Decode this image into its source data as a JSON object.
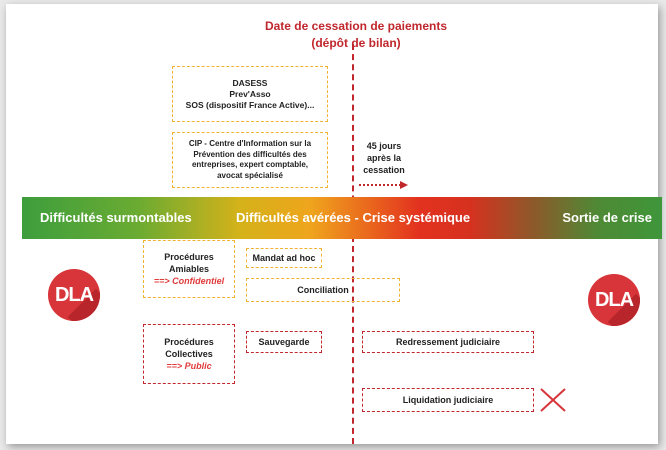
{
  "title": {
    "line1": "Date de cessation de paiements",
    "line2": "(dépôt de bilan)"
  },
  "top_boxes": {
    "support": [
      "DASESS",
      "Prev'Asso",
      "SOS (dispositif France Active)..."
    ],
    "cip": [
      "CIP - Centre d'Information sur la",
      "Prévention des difficultés des",
      "entreprises, expert comptable,",
      "avocat spécialisé"
    ]
  },
  "delay_note": [
    "45 jours",
    "après la",
    "cessation"
  ],
  "band": {
    "phase1": "Difficultés surmontables",
    "phase2": "Difficultés avérées - Crise systémique",
    "phase3": "Sortie de crise"
  },
  "procedures": {
    "amiables": {
      "line1": "Procédures",
      "line2": "Amiables",
      "tag": "==> Confidentiel"
    },
    "collectives": {
      "line1": "Procédures",
      "line2": "Collectives",
      "tag": "==> Public"
    },
    "mandat": "Mandat ad hoc",
    "conciliation": "Conciliation",
    "sauvegarde": "Sauvegarde",
    "redressement": "Redressement judiciaire",
    "liquidation": "Liquidation judiciaire"
  },
  "logo_text": "DLA",
  "colors": {
    "accent_red": "#c0272d",
    "dashed_yellow": "#f2b233",
    "band_green": "#3d9e3d",
    "band_orange": "#efa51d",
    "band_red": "#e2321f"
  }
}
